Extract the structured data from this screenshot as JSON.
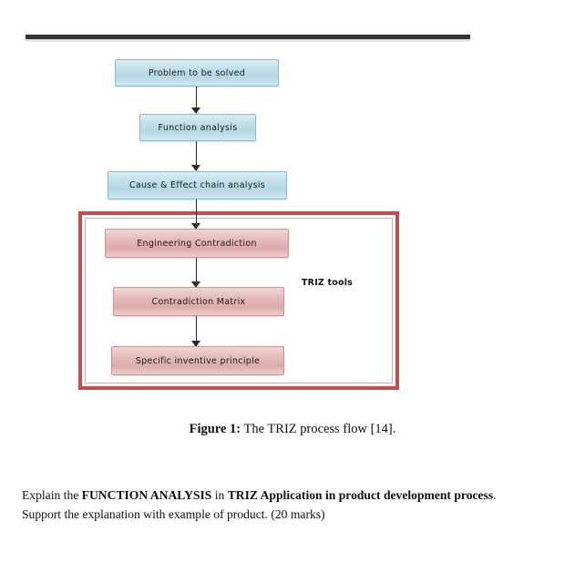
{
  "page": {
    "background": "#ffffff",
    "rule_color": "#333333"
  },
  "figure": {
    "frame": {
      "label": "TRIZ tools",
      "border_color": "#c0504d",
      "inner_border_color": "#dba9a7"
    },
    "palette": {
      "blue_fill": "#c4e2ec",
      "blue_border": "#8fb9c6",
      "pink_fill": "#e6c0bf",
      "pink_border": "#c99391",
      "arrow_color": "#2a2a2a"
    },
    "nodes": [
      {
        "id": "problem",
        "label": "Problem to be solved",
        "style": "blue"
      },
      {
        "id": "function",
        "label": "Function analysis",
        "style": "blue"
      },
      {
        "id": "cause-effect",
        "label": "Cause & Effect chain analysis",
        "style": "blue"
      },
      {
        "id": "engineering",
        "label": "Engineering Contradiction",
        "style": "pink"
      },
      {
        "id": "matrix",
        "label": "Contradiction Matrix",
        "style": "pink"
      },
      {
        "id": "principle",
        "label": "Specific inventive principle",
        "style": "pink"
      }
    ],
    "caption": {
      "label": "Figure 1:",
      "text": " The TRIZ process flow [14]."
    }
  },
  "body": {
    "line1_part1": "Explain the ",
    "line1_bold1": "FUNCTION ANALYSIS",
    "line1_part2": " in ",
    "line1_bold2": "TRIZ Application in product development process",
    "line1_part3": ".",
    "line2": "Support the explanation with example of product. (20 marks)"
  }
}
